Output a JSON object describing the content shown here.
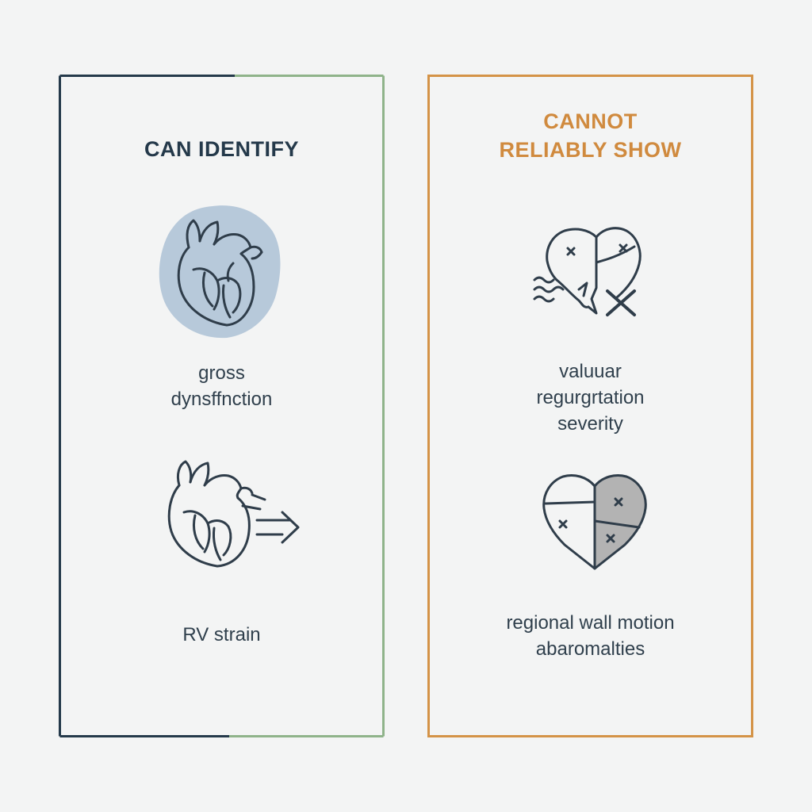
{
  "left_panel": {
    "heading": "CAN IDENTIFY",
    "items": [
      {
        "icon": "heart-anatomical-icon",
        "label_lines": [
          "gross",
          "dynsffnction"
        ]
      },
      {
        "icon": "heart-strain-arrow-icon",
        "label_lines": [
          "RV strain"
        ]
      }
    ]
  },
  "right_panel": {
    "heading_lines": [
      "CANNOT",
      "RELIABLY SHOW"
    ],
    "items": [
      {
        "icon": "heart-regurgitation-x-icon",
        "label_lines": [
          "valuuar",
          "regurgrtation",
          "severity"
        ]
      },
      {
        "icon": "heart-segments-x-icon",
        "label_lines": [
          "regional wall motion",
          "abaromalties"
        ]
      }
    ]
  },
  "colors": {
    "navy": "#24394a",
    "green": "#8fb38a",
    "orange": "#d49347",
    "icon_stroke": "#2f3d4a",
    "blob_fill": "#b7c9da",
    "segment_grey": "#b3b3b3"
  }
}
